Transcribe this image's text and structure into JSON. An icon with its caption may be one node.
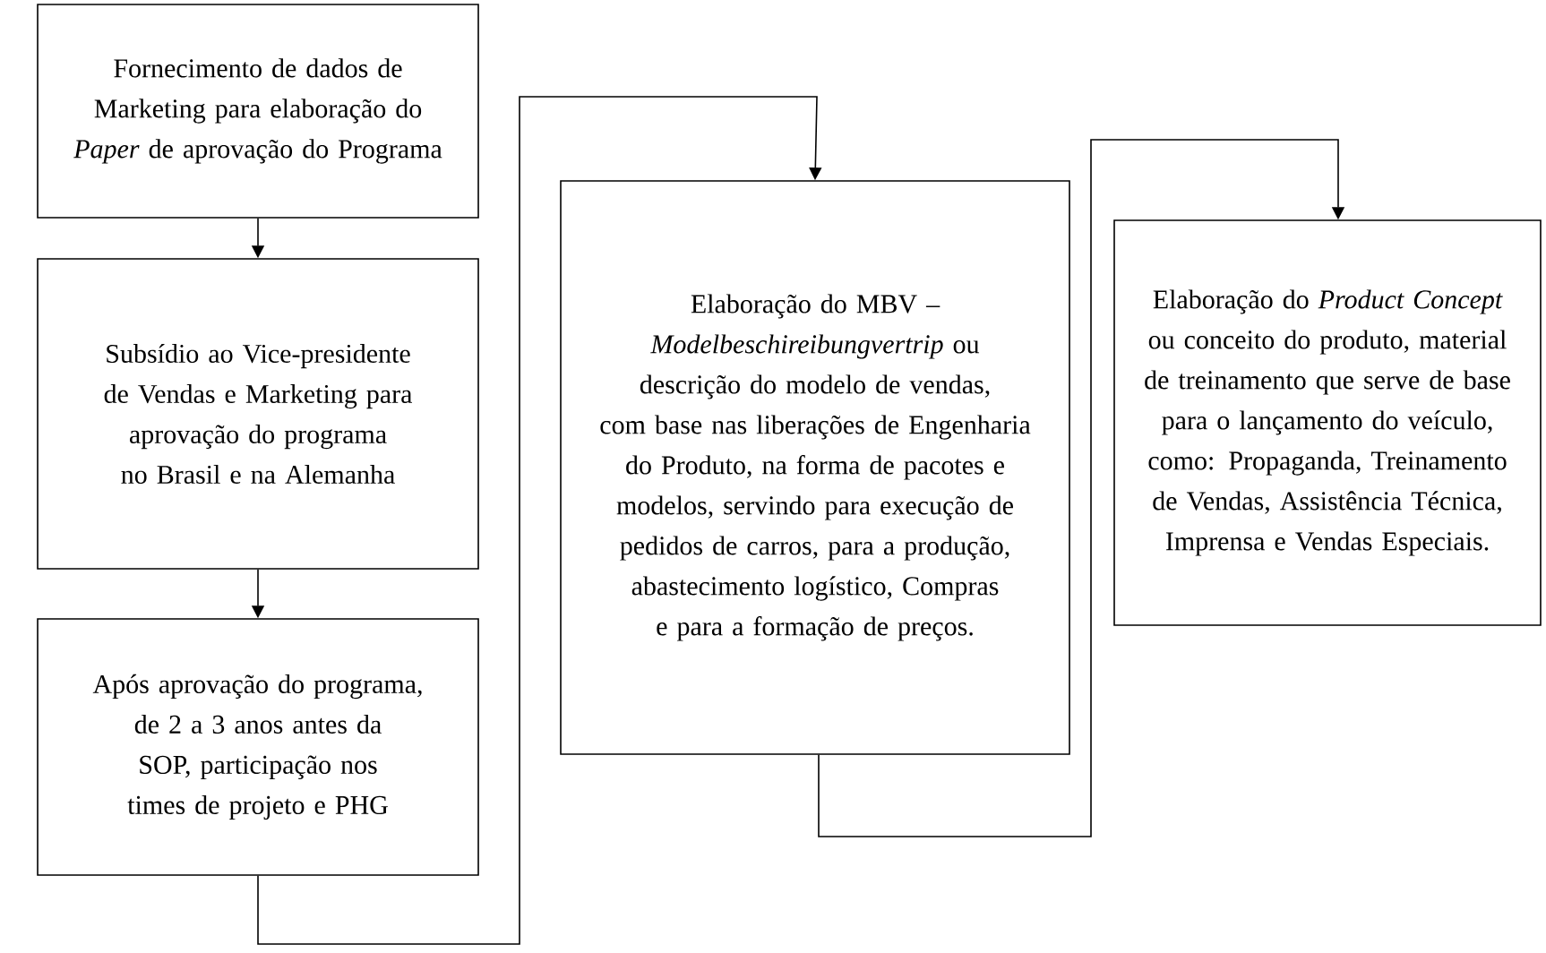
{
  "diagram": {
    "nodes": [
      {
        "text": [
          "Fornecimento de dados de Marketing para elaboração do *Paper* de aprovação do Programa"
        ]
      },
      {
        "text": [
          "Subsídio ao Vice-presidente de Vendas e Marketing para aprovação do programa no Brasil e na Alemanha"
        ]
      },
      {
        "text": [
          "Após aprovação do programa, de 2 a 3 anos antes da SOP, participação nos times de projeto e PHG"
        ]
      },
      {
        "text": [
          "Elaboração do MBV – *Modelbeschireibungvertrip* ou descrição do modelo de vendas, com base nas liberações de Engenharia do Produto, na forma de pacotes e modelos, servindo para execução de pedidos de carros, para a produção, abastecimento logístico, Compras e para a formação de preços."
        ]
      },
      {
        "text": [
          "Elaboração do *Product Concept* ou conceito do produto, material de treinamento que serve de base para o lançamento do veículo, como: Propaganda, Treinamento de Vendas, Assistência Técnica, Imprensa e Vendas Especiais."
        ]
      }
    ],
    "edges": [
      {
        "from": 0,
        "to": 1,
        "arrow": "to"
      },
      {
        "from": 1,
        "to": 2,
        "arrow": "to"
      },
      {
        "from": 2,
        "to": 3,
        "arrow": "to"
      },
      {
        "from": 3,
        "to": 4,
        "arrow": "to"
      }
    ]
  }
}
